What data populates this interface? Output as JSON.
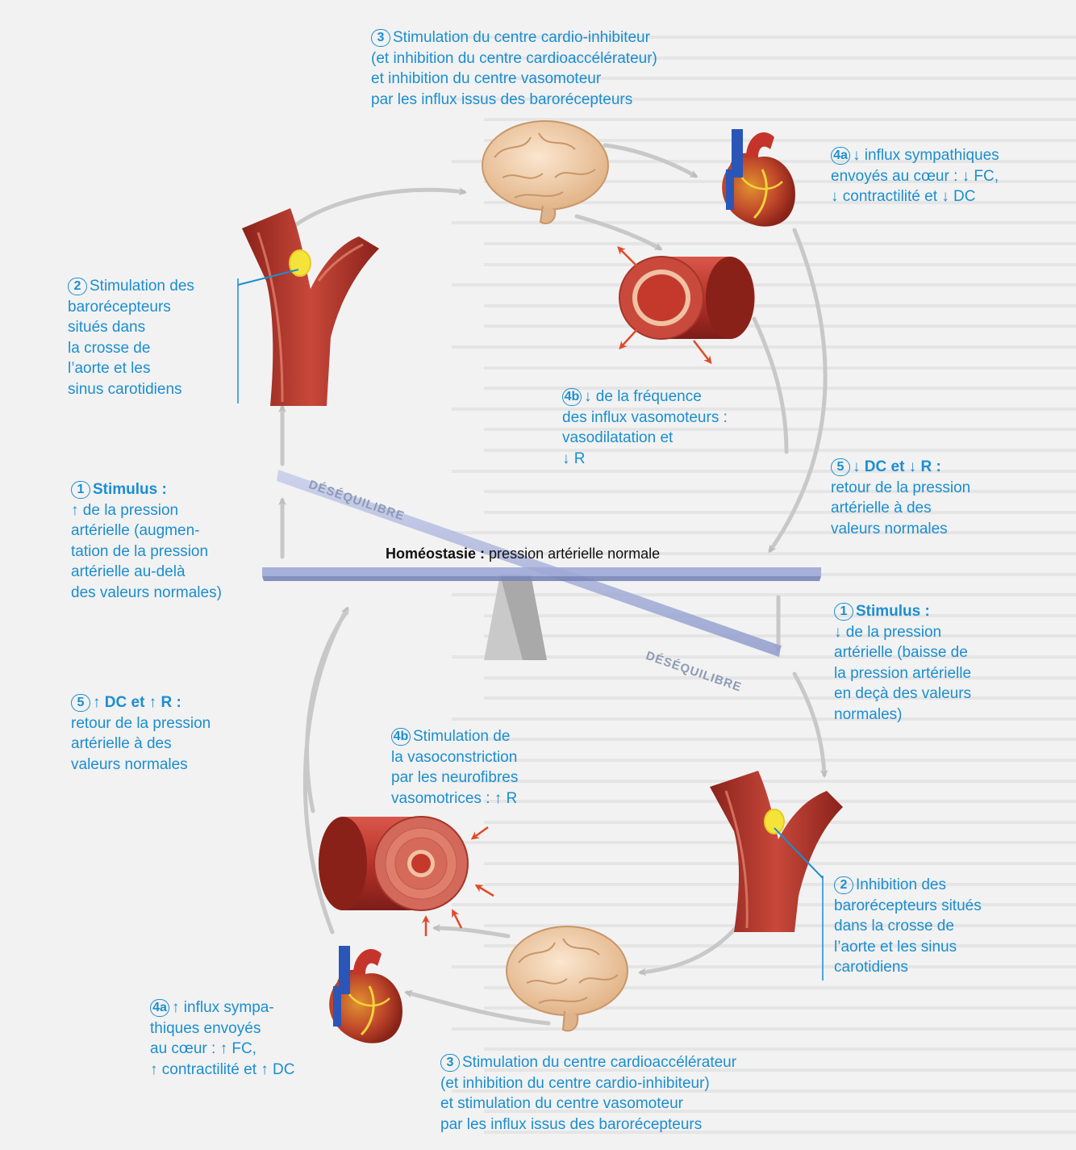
{
  "colors": {
    "caption_blue": "#1b8ed0",
    "vessel_red": "#b8362e",
    "arrow_grey": "#c8c8c8",
    "seesaw_blue": "#a9b3d8",
    "baroreceptor_yellow": "#f4e43a"
  },
  "top": {
    "step3": {
      "badge": "3",
      "lines": [
        "Stimulation du centre cardio-inhibiteur",
        "(et inhibition du centre cardioaccélérateur)",
        "et inhibition du centre vasomoteur",
        "par les influx issus des barorécepteurs"
      ]
    },
    "step4a": {
      "badge": "4a",
      "lines": [
        "↓ influx sympathiques",
        "envoyés au cœur : ↓ FC,",
        "↓ contractilité et ↓ DC"
      ]
    },
    "step2": {
      "badge": "2",
      "lines": [
        "Stimulation des",
        "barorécepteurs",
        "situés dans",
        "la crosse de",
        "l’aorte et les",
        "sinus carotidiens"
      ]
    },
    "step4b": {
      "badge": "4b",
      "lines": [
        "↓ de la fréquence",
        "des influx vasomoteurs :",
        "vasodilatation et",
        "↓ R"
      ]
    },
    "step5": {
      "badge": "5",
      "title": "↓ DC et ↓ R :",
      "lines": [
        "retour de la pression",
        "artérielle à des",
        "valeurs normales"
      ]
    },
    "step1": {
      "badge": "1",
      "title": "Stimulus :",
      "lines": [
        "↑ de la pression",
        "artérielle (augmen-",
        "tation de la pression",
        "artérielle au-delà",
        "des valeurs normales)"
      ]
    }
  },
  "center": {
    "homeostasis_label": "Homéostasie :",
    "homeostasis_text": " pression artérielle normale",
    "imbalance_top": "DÉSÉQUILIBRE",
    "imbalance_bottom": "DÉSÉQUILIBRE"
  },
  "bottom": {
    "step1": {
      "badge": "1",
      "title": "Stimulus :",
      "lines": [
        "↓ de la pression",
        "artérielle (baisse de",
        "la pression artérielle",
        "en deçà des valeurs",
        "normales)"
      ]
    },
    "step2": {
      "badge": "2",
      "lines": [
        "Inhibition des",
        "barorécepteurs situés",
        "dans la crosse de",
        "l’aorte et les sinus",
        "carotidiens"
      ]
    },
    "step5": {
      "badge": "5",
      "title": "↑ DC et ↑ R :",
      "lines": [
        "retour de la pression",
        "artérielle à des",
        "valeurs normales"
      ]
    },
    "step4b": {
      "badge": "4b",
      "lines": [
        "Stimulation de",
        "la vasoconstriction",
        "par les neurofibres",
        "vasomotrices : ↑ R"
      ]
    },
    "step4a": {
      "badge": "4a",
      "lines": [
        "↑ influx sympa-",
        "thiques envoyés",
        "au cœur : ↑ FC,",
        "↑ contractilité et ↑ DC"
      ]
    },
    "step3": {
      "badge": "3",
      "lines": [
        "Stimulation du centre cardioaccélérateur",
        "(et inhibition du centre cardio-inhibiteur)",
        "et stimulation du centre vasomoteur",
        "par les influx issus des barorécepteurs"
      ]
    }
  }
}
